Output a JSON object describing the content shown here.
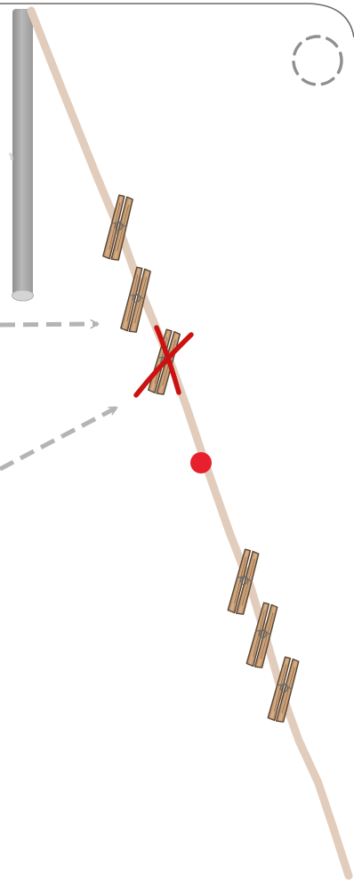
{
  "scene": {
    "clothespin_count": 6,
    "crossed_out_clothespins": 1,
    "marker_count": 1,
    "colors": {
      "rope": "#e2cdbd",
      "pole": "#a9a9a9",
      "pole_tip": "#cfcfcf",
      "clothespin_wood": "#c9a07a",
      "clothespin_outline": "#5a4634",
      "clothespin_spring": "#6e6e6e",
      "cross_mark": "#cc1111",
      "marker_dot": "#e8202e",
      "arrow": "#b4b4b4",
      "frame": "#6a6a6a",
      "corner_circle": "#8f8f8f"
    },
    "icons": [
      "dashed-circle-icon",
      "pole-icon",
      "rope-icon",
      "clothespin-icon",
      "cross-mark-icon",
      "red-dot-icon",
      "dashed-arrow-icon"
    ]
  }
}
